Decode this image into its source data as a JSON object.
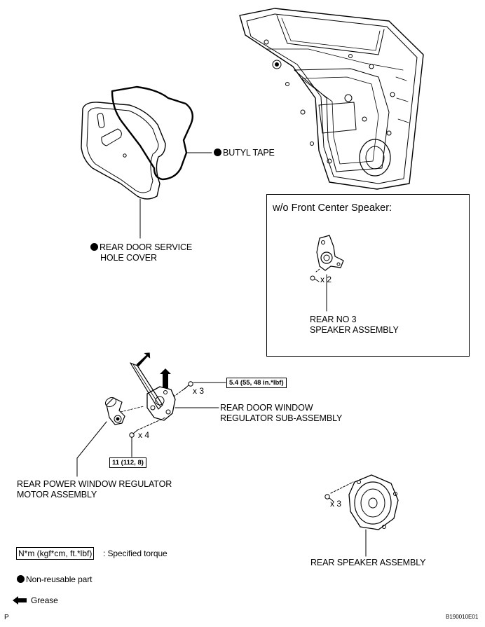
{
  "labels": {
    "butyl_tape": "BUTYL TAPE",
    "service_cover_line1": "REAR DOOR SERVICE",
    "service_cover_line2": "HOLE COVER",
    "inset_title": "w/o Front Center Speaker:",
    "no3_qty": "x 2",
    "no3_line1": "REAR NO 3",
    "no3_line2": "SPEAKER ASSEMBLY",
    "regulator_line1": "REAR DOOR WINDOW",
    "regulator_line2": "REGULATOR SUB-ASSEMBLY",
    "motor_line1": "REAR POWER WINDOW REGULATOR",
    "motor_line2": "MOTOR ASSEMBLY",
    "speaker": "REAR SPEAKER ASSEMBLY",
    "qty_top_bolts": "x 3",
    "qty_lower_bolts": "x 4",
    "qty_speaker_screws": "x 3"
  },
  "torque": {
    "regulator_bolts": "5.4 (55, 48 in.*lbf)",
    "lower_bolts": "11 (112, 8)"
  },
  "legend": {
    "torque_unit": "N*m (kgf*cm, ft.*lbf)",
    "torque_text": ": Specified torque",
    "nonreusable": "Non-reusable part",
    "grease": "Grease"
  },
  "footer": {
    "left_mark": "P",
    "figure_id": "B190010E01"
  },
  "colors": {
    "ink": "#000000",
    "paper": "#ffffff"
  },
  "icons": {
    "nonreusable": "filled-circle",
    "grease": "left-arrow"
  }
}
